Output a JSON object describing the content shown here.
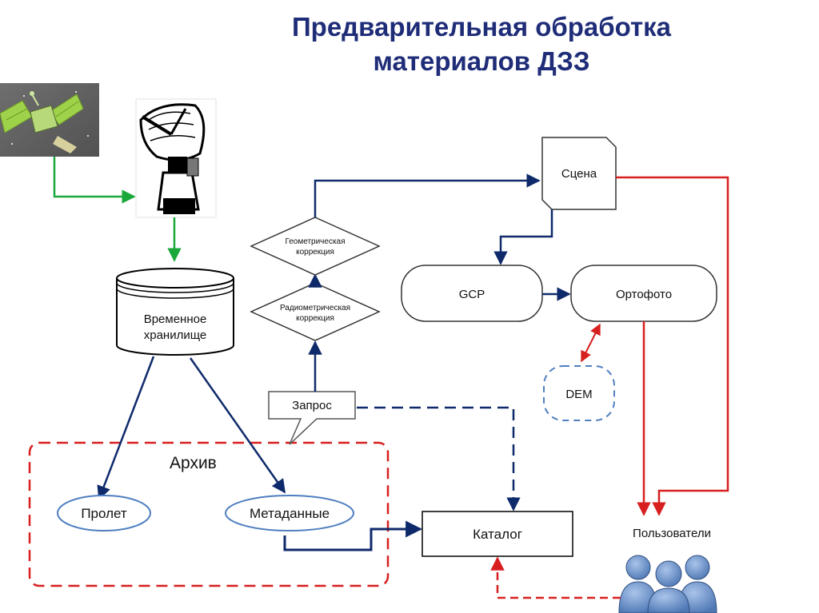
{
  "title": {
    "line1": "Предварительная обработка",
    "line2": "материалов ДЗЗ"
  },
  "nodes": {
    "storage": {
      "line1": "Временное",
      "line2": "хранилище"
    },
    "scene": "Сцена",
    "geo": {
      "line1": "Геометрическая",
      "line2": "коррекция"
    },
    "radio": {
      "line1": "Радиометрическая",
      "line2": "коррекция"
    },
    "gcp": "GCP",
    "ortho": "Ортофото",
    "dem": "DEM",
    "query": "Запрос",
    "archive": "Архив",
    "pass": "Пролет",
    "metadata": "Метаданные",
    "catalog": "Каталог",
    "users": "Пользователи"
  },
  "colors": {
    "title": "#1f2d78",
    "flow": "#0f2a6b",
    "delivery": "#d81f1f",
    "reception": "#1aa83a",
    "person": "#6f94c8"
  },
  "icons": {
    "satellite": "satellite-icon",
    "antenna": "satellite-dish-icon",
    "users": "users-group-icon"
  }
}
